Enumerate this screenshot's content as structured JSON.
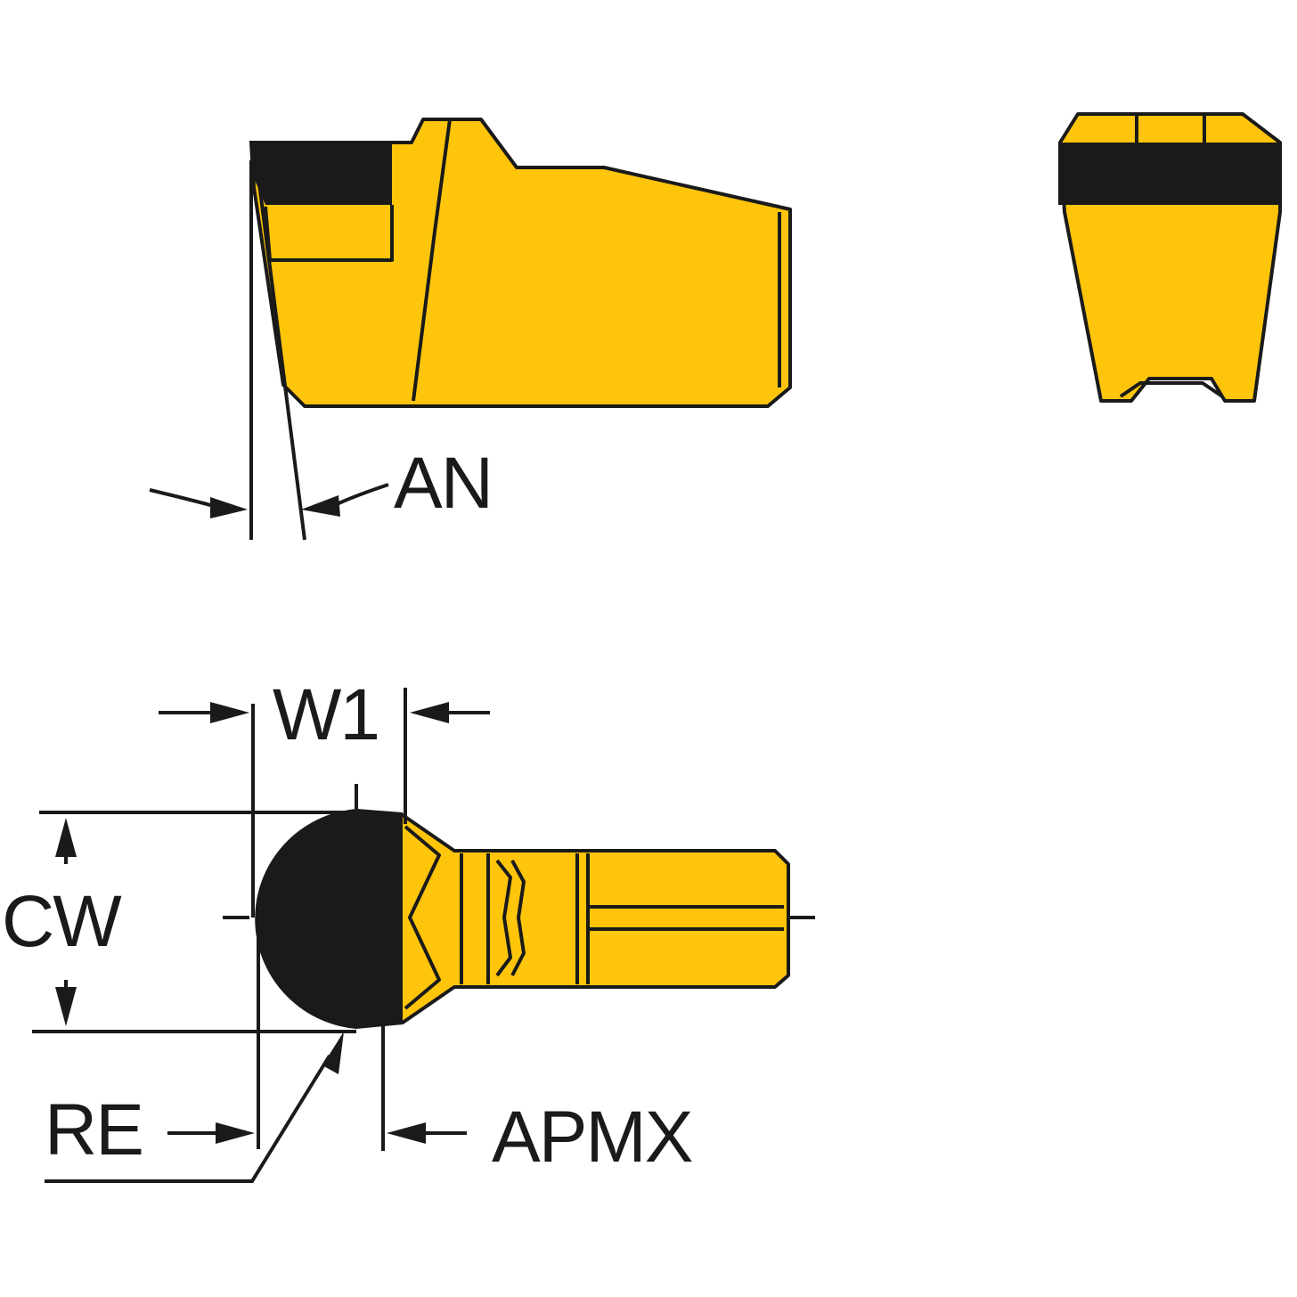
{
  "labels": {
    "an": "AN",
    "w1": "W1",
    "cw": "CW",
    "re": "RE",
    "apmx": "APMX"
  },
  "colors": {
    "insert_body": "#FFC50A",
    "insert_outline": "#1a1a1a",
    "cutting_edge": "#1a1a1a",
    "dimension_lines": "#1a1a1a",
    "background": "#ffffff"
  }
}
